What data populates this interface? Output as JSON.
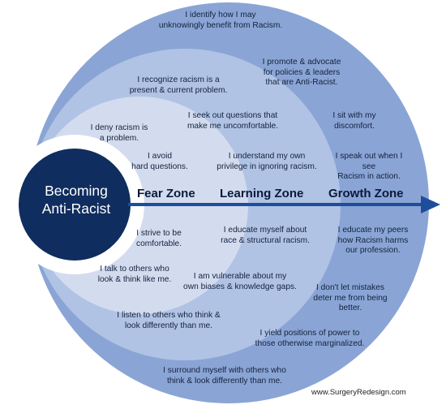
{
  "colors": {
    "outer_ring": "#8aa5d5",
    "middle_ring": "#b0c3e4",
    "inner_ring": "#d3dcef",
    "core_ring": "#ffffff",
    "center": "#0f2d5e",
    "arrow": "#1e4e9b"
  },
  "center": {
    "label": "Becoming\nAnti-Racist"
  },
  "zones": {
    "fear": "Fear Zone",
    "learning": "Learning Zone",
    "growth": "Growth Zone"
  },
  "statements": {
    "fear": [
      "I deny racism is\na problem.",
      "I avoid\nhard questions.",
      "I strive to be\ncomfortable.",
      "I talk to others who\nlook & think like me."
    ],
    "learning": [
      "I recognize racism is a\npresent & current problem.",
      "I seek out questions that\nmake me uncomfortable.",
      "I understand my own\nprivilege in ignoring racism.",
      "I educate myself about\nrace & structural racism.",
      "I am vulnerable about my\nown biases & knowledge gaps.",
      "I listen to others who think &\nlook differently than me."
    ],
    "growth": [
      "I identify how I may\nunknowingly benefit from Racism.",
      "I promote & advocate\nfor policies & leaders\nthat are Anti-Racist.",
      "I sit with my\ndiscomfort.",
      "I speak out when I see\nRacism in action.",
      "I educate my peers\nhow Racism harms\nour profession.",
      "I don't let mistakes\ndeter me from being better.",
      "I yield positions of power to\nthose otherwise marginalized.",
      "I surround myself with others who\nthink & look differently than me."
    ]
  },
  "footer": "www.SurgeryRedesign.com"
}
